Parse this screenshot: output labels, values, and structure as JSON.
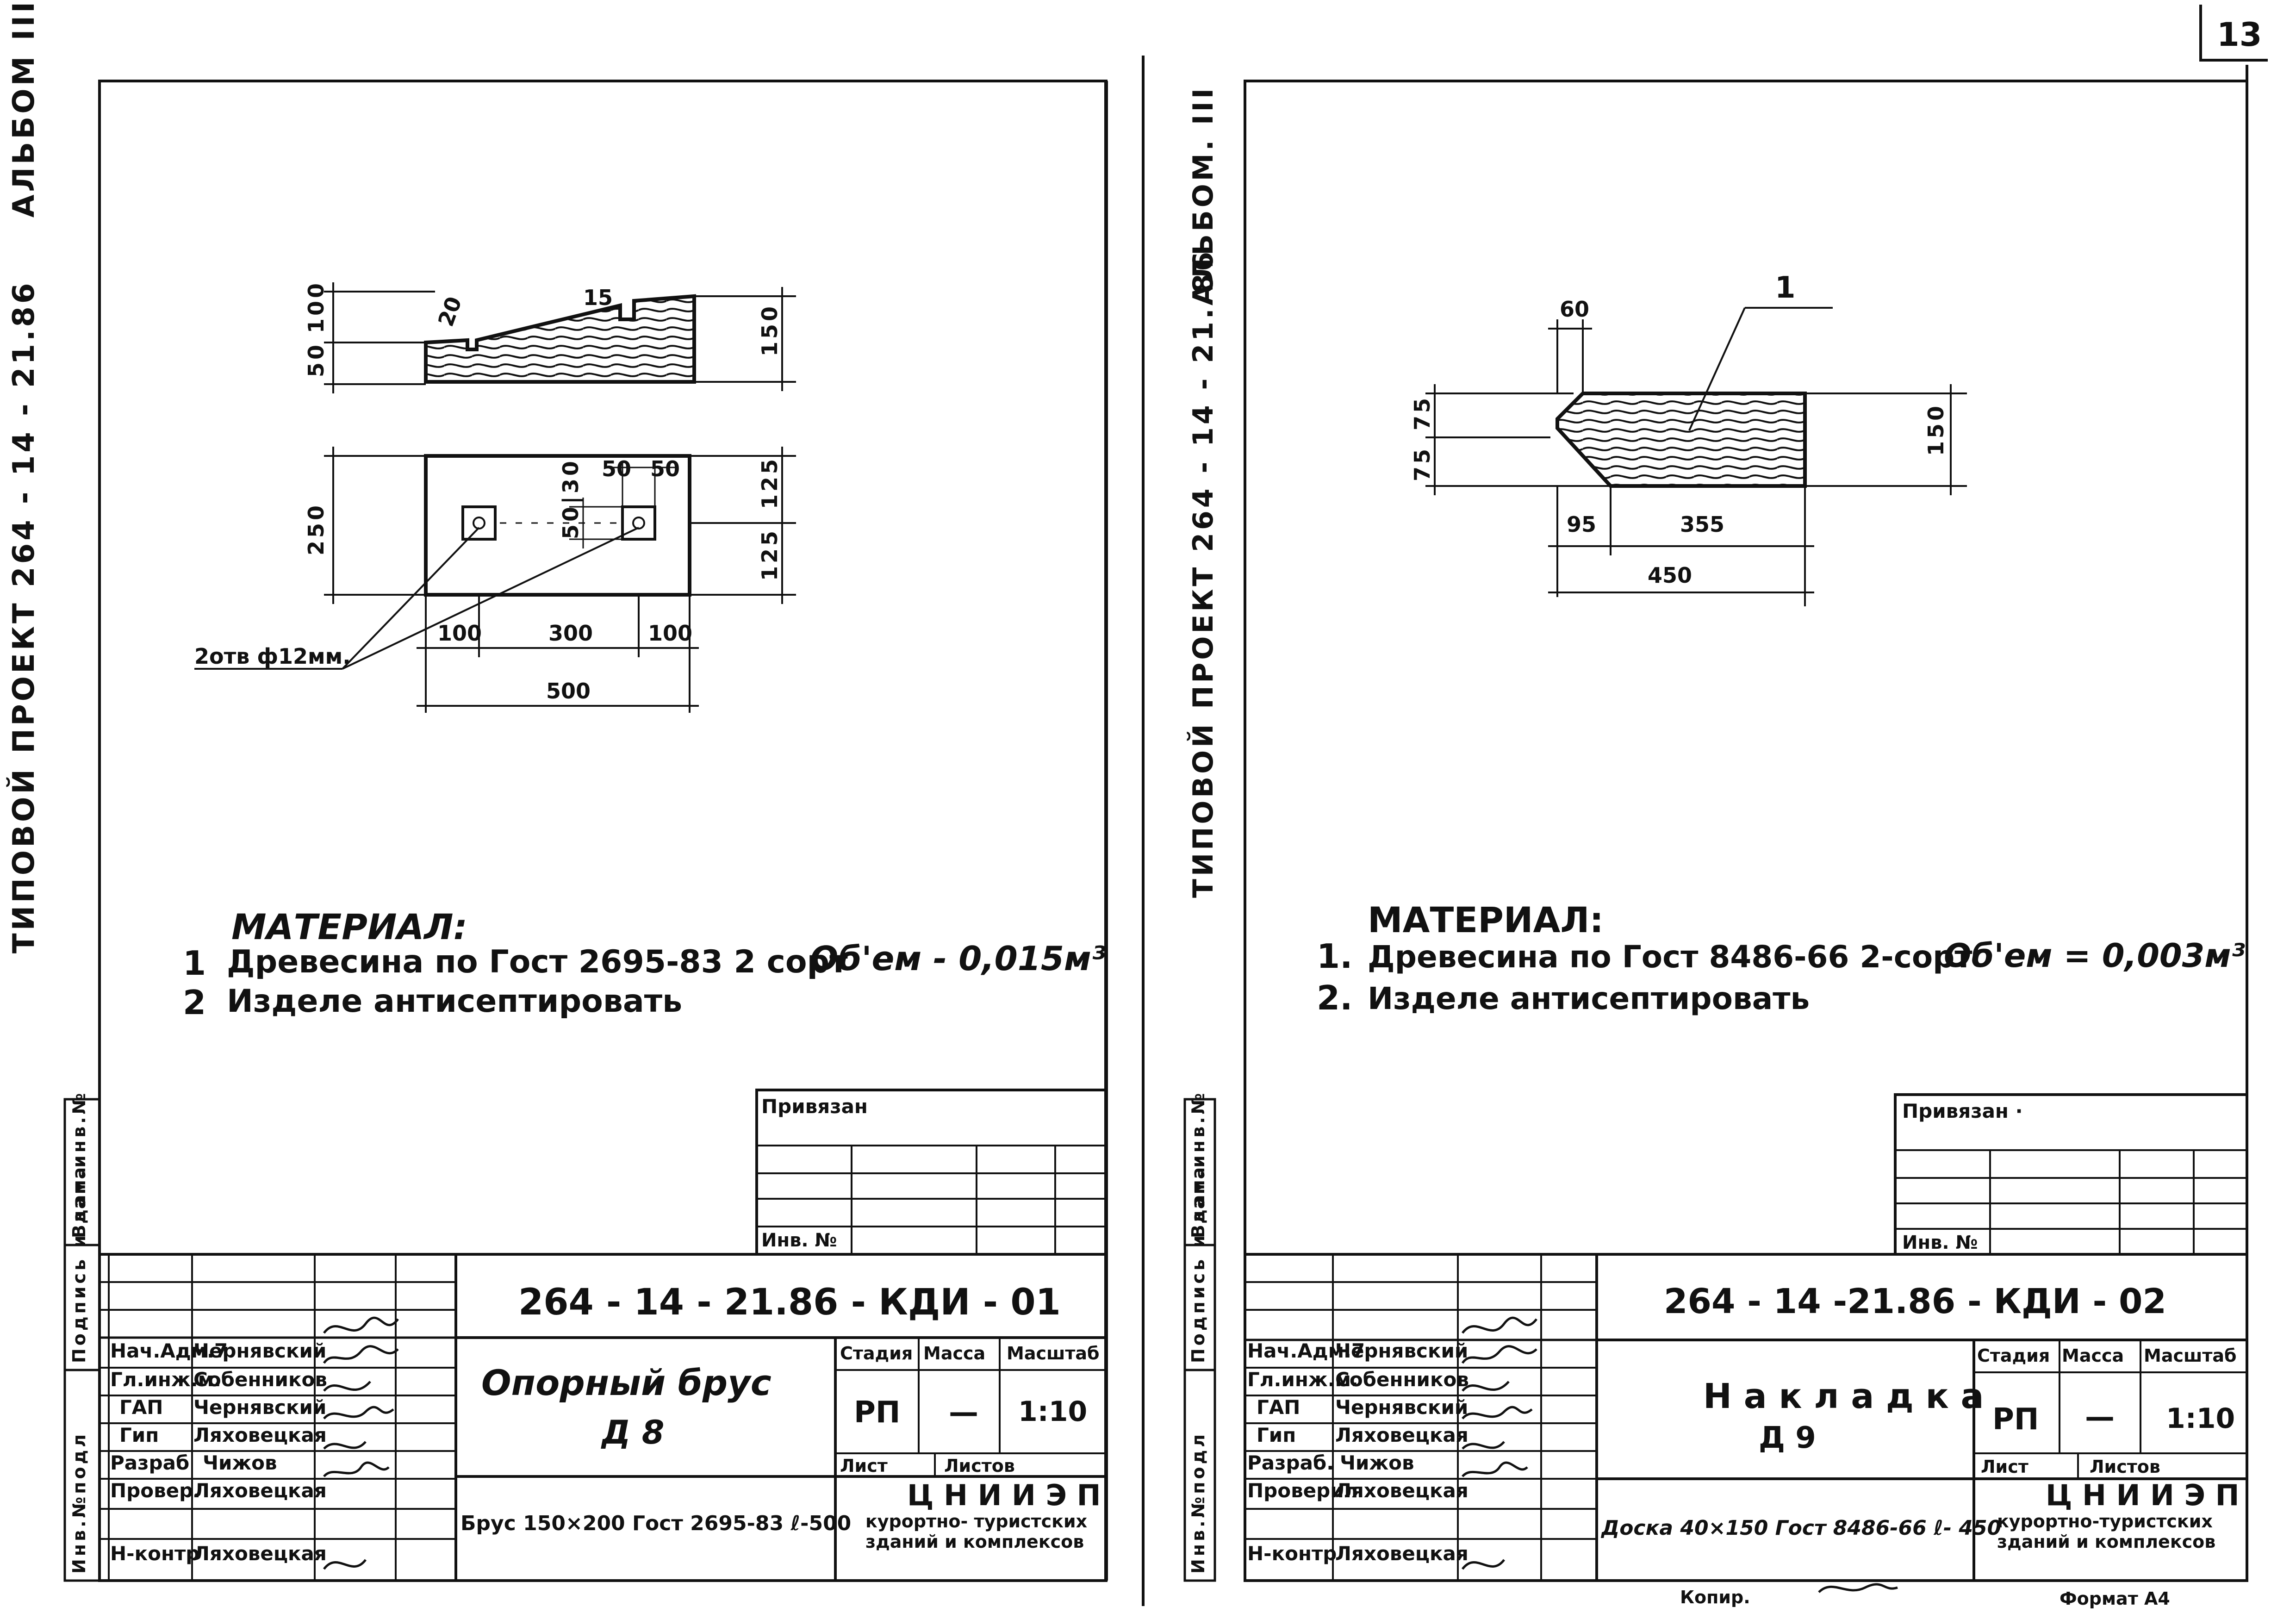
{
  "page_number": "13",
  "sheets": [
    {
      "side_stamp": {
        "album": "АЛЬБОМ III",
        "project": "ТИПОВОЙ ПРОЕКТ 264 - 14 - 21.86"
      },
      "dims": {
        "top_left_100": "100",
        "top_left_50": "50",
        "slope_20": "20",
        "slope_15": "15",
        "height_150": "150",
        "plan_250": "250",
        "hole_50a": "50",
        "hole_50b": "50",
        "hole_5030": "50|30",
        "plan_125a": "125",
        "plan_125b": "125",
        "bottom_100a": "100",
        "bottom_300": "300",
        "bottom_100b": "100",
        "total_500": "500",
        "holes_note": "2отв ф12мм."
      },
      "material": {
        "heading": "МАТЕРИАЛ:",
        "line1_num": "1",
        "line1_text": "Древесина по Гост 2695-83   2 сорт",
        "line1_volume": "Об'ем - 0,015м³",
        "line2_num": "2",
        "line2_text": "Изделе    антисептировать"
      },
      "privyazan": {
        "label": "Привязан",
        "inv_label": "Инв. №"
      },
      "left_stamp": {
        "vzam": "Взам.инв.№",
        "podpis": "Подпись и дата",
        "inv_podl": "Инв.№подл"
      },
      "title_block": {
        "code": "264 - 14 - 21.86  - КДИ - 01",
        "staff": [
          {
            "role": "Нач.Адм.7",
            "name": "Чернявский"
          },
          {
            "role": "Гл.инж.м.",
            "name": "Собенников"
          },
          {
            "role": "ГАП",
            "name": "Чернявский"
          },
          {
            "role": "Гип",
            "name": "Ляховецкая"
          },
          {
            "role": "Разраб",
            "name": "Чижов"
          },
          {
            "role": "Провер.",
            "name": "Ляховецкая"
          },
          {
            "role": "",
            "name": ""
          },
          {
            "role": "Н-контр",
            "name": "Ляховецкая"
          }
        ],
        "item_name": "Опорный   брус",
        "item_mark": "Д 8",
        "spec": "Брус 150×200 Гост 2695-83  ℓ-500",
        "stage_label": "Стадия",
        "mass_label": "Масса",
        "scale_label": "Масштаб",
        "stage": "РП",
        "mass": "—",
        "scale": "1:10",
        "sheet_label": "Лист",
        "sheets_label": "Листов",
        "org_name": "Ц Н И И Э П",
        "org_sub1": "курортно- туристских",
        "org_sub2": "зданий и комплексов"
      }
    },
    {
      "side_stamp": {
        "album": "АЛЬБОМ. III",
        "project": "ТИПОВОЙ ПРОЕКТ   264 - 14 - 21. 86"
      },
      "dims": {
        "leader": "1",
        "chamfer_60": "60",
        "left_75a": "75",
        "left_75b": "75",
        "height_150": "150",
        "bottom_95": "95",
        "bottom_355": "355",
        "total_450": "450"
      },
      "material": {
        "heading": "МАТЕРИАЛ:",
        "line1_num": "1.",
        "line1_text": "Древесина  по Гост 8486-66  2-сорт",
        "line1_volume": "Об'ем = 0,003м³",
        "line2_num": "2.",
        "line2_text": "Изделе    антисептировать"
      },
      "privyazan": {
        "label": "Привязан ·",
        "inv_label": "Инв. №"
      },
      "left_stamp": {
        "vzam": "Взам.инв.№",
        "podpis": "Подпись и дата",
        "inv_podl": "Инв.№подл"
      },
      "title_block": {
        "code": "264 - 14 -21.86  -  КДИ - 02",
        "staff": [
          {
            "role": "Нач.Адм.7",
            "name": "Чернявский"
          },
          {
            "role": "Гл.инж.м.",
            "name": "Собенников"
          },
          {
            "role": "ГАП",
            "name": "Чернявский"
          },
          {
            "role": "Гип",
            "name": "Ляховецкая"
          },
          {
            "role": "Разраб.",
            "name": "Чижов"
          },
          {
            "role": "Проверил",
            "name": "Ляховецкая"
          },
          {
            "role": "",
            "name": ""
          },
          {
            "role": "Н-контр",
            "name": "Ляховецкая"
          }
        ],
        "item_name": "Н а к л а д к а",
        "item_mark": "Д 9",
        "spec": "Доска 40×150 Гост 8486-66  ℓ- 450",
        "stage_label": "Стадия",
        "mass_label": "Масса",
        "scale_label": "Масштаб",
        "stage": "РП",
        "mass": "—",
        "scale": "1:10",
        "sheet_label": "Лист",
        "sheets_label": "Листов",
        "org_name": "Ц Н И И Э П",
        "org_sub1": "курортно-туристских",
        "org_sub2": "зданий и комплексов"
      },
      "footer": {
        "kopir": "Копир.",
        "format": "Формат А4"
      }
    }
  ]
}
